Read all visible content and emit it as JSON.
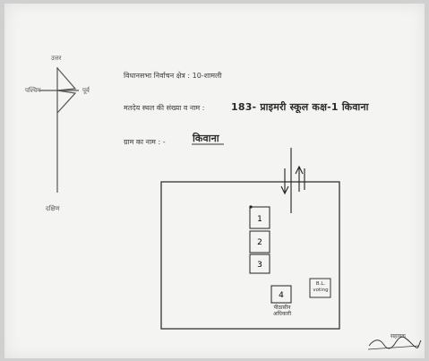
{
  "compass": {
    "north": "उत्तर",
    "west": "पश्चिम",
    "east": "पूर्व",
    "south": "दक्षिण"
  },
  "header": {
    "constituency_label": "विधानसभा निर्वाचन क्षेत्र : 10-शामली",
    "polling_station_label": "मतदेय स्थल की संख्या व नाम :",
    "polling_station_value": "183- प्राइमरी स्कूल कक्ष-1 किवाना",
    "village_label": "ग्राम का नाम : -",
    "village_value": "किवाना"
  },
  "plan": {
    "rooms": [
      "1",
      "2",
      "3"
    ],
    "room4": {
      "number": "4",
      "caption": "पीठासीन अधिकारी"
    },
    "side_box": "B.L. voting"
  },
  "signature": "सहायक"
}
